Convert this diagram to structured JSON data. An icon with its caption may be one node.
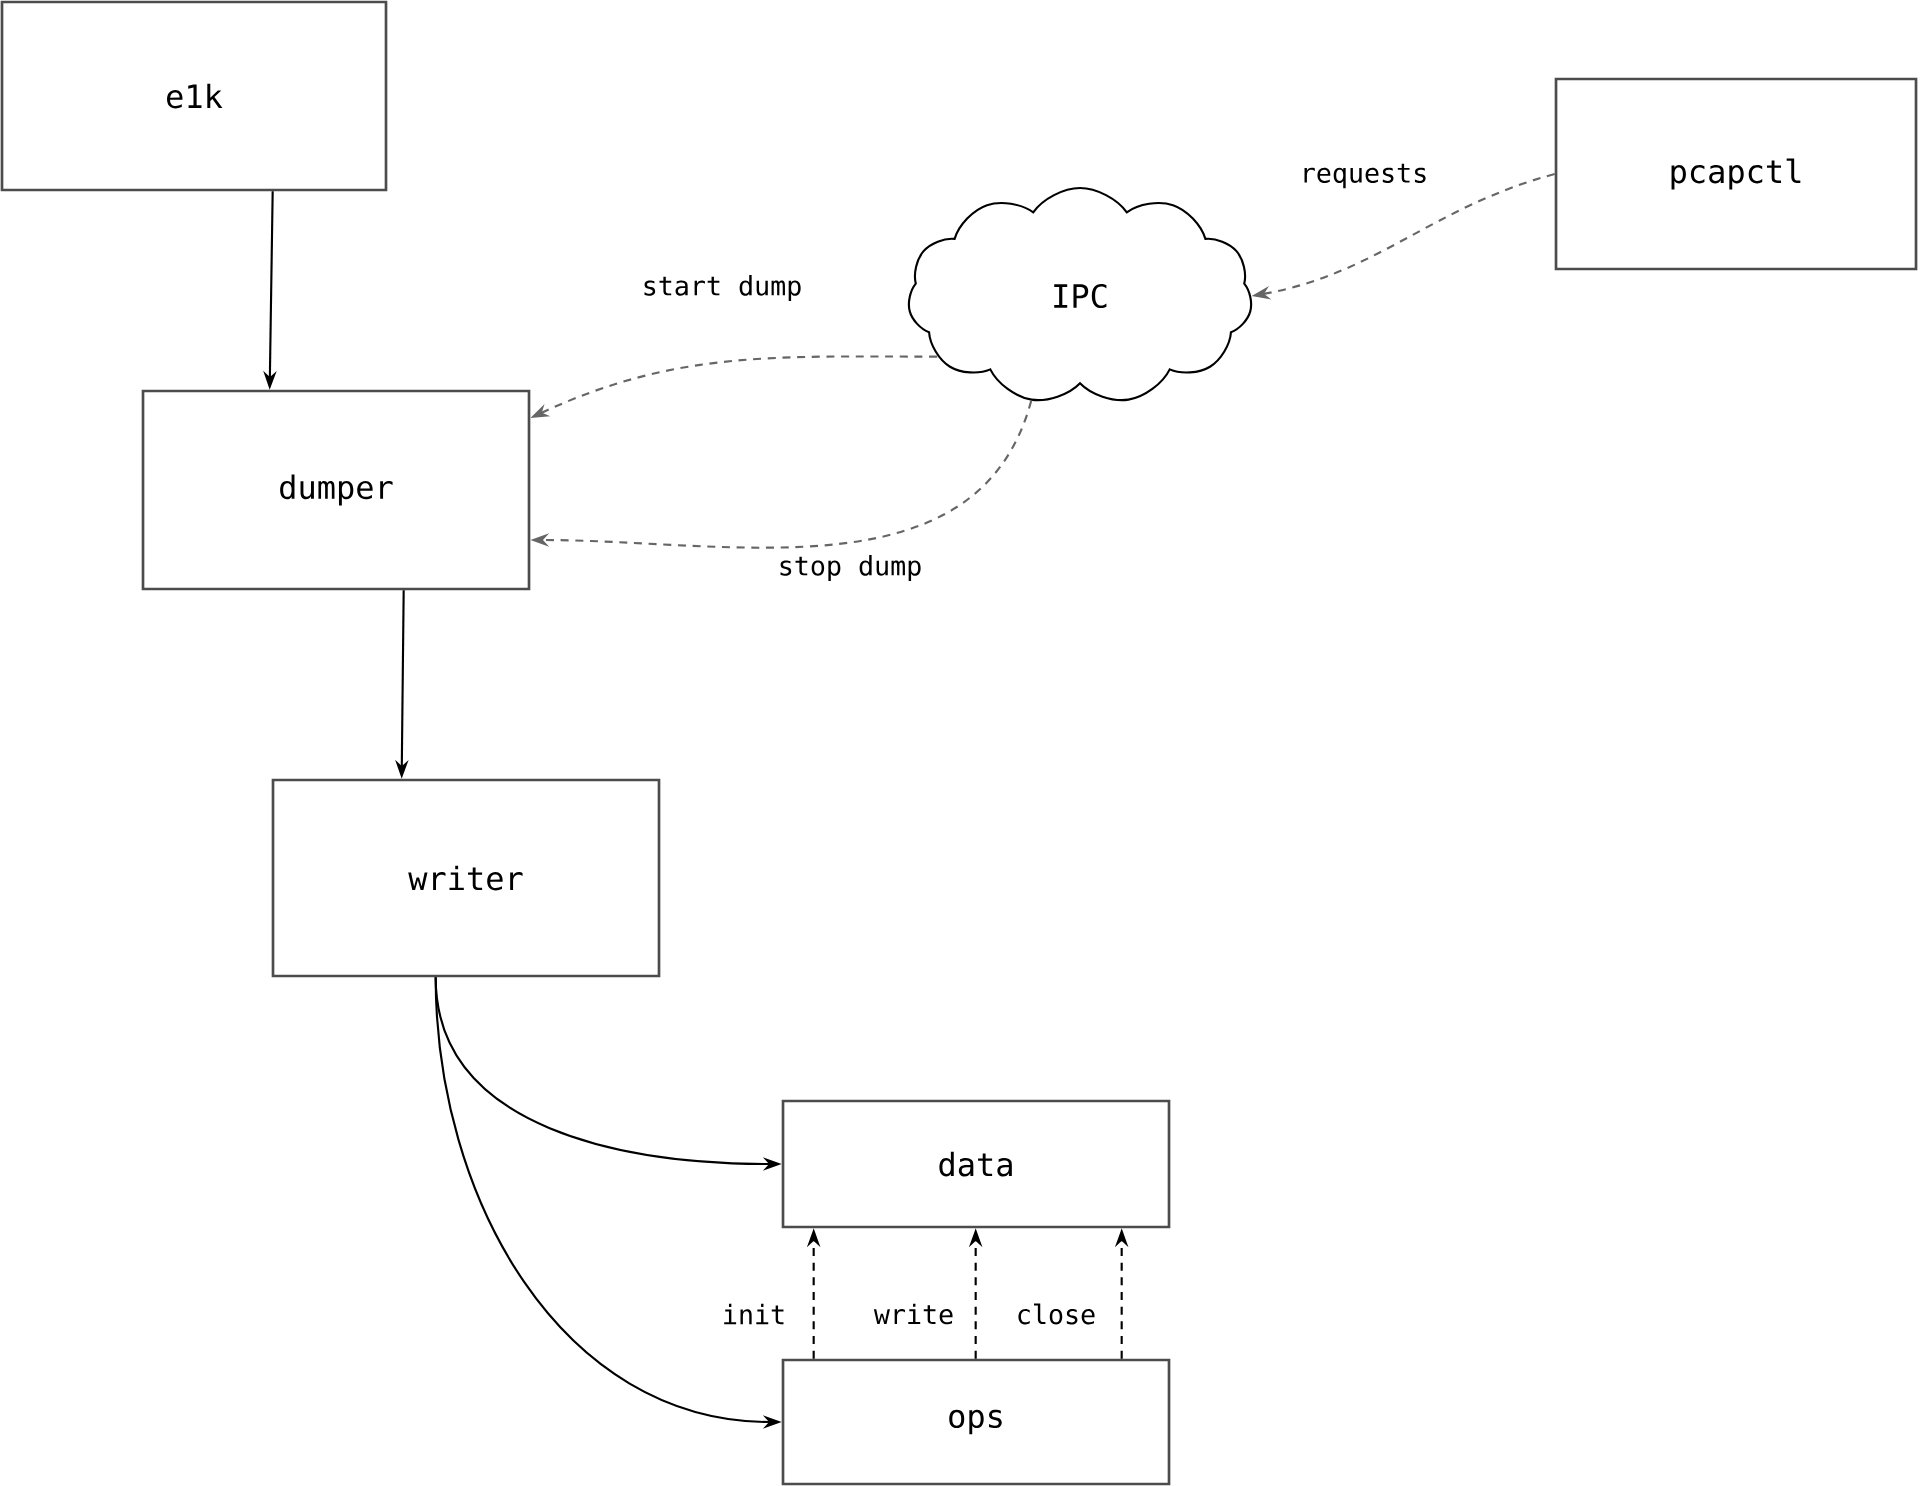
{
  "diagram": {
    "nodes": [
      {
        "text": [
          "e1k"
        ]
      },
      {
        "text": [
          "dumper"
        ]
      },
      {
        "text": [
          "writer"
        ]
      },
      {
        "text": [
          "data"
        ]
      },
      {
        "text": [
          "ops"
        ]
      },
      {
        "text": [
          "IPC"
        ]
      },
      {
        "text": [
          "pcapctl"
        ]
      }
    ],
    "edges": [
      {
        "from": 0,
        "to": 1,
        "arrow": "to"
      },
      {
        "from": 1,
        "to": 2,
        "arrow": "to"
      },
      {
        "from": 2,
        "to": 3,
        "arrow": "to"
      },
      {
        "from": 2,
        "to": 4,
        "arrow": "to"
      },
      {
        "from": 4,
        "to": 3,
        "arrow": "to",
        "label": "init",
        "style": "dashed"
      },
      {
        "from": 4,
        "to": 3,
        "arrow": "to",
        "label": "write",
        "style": "dashed"
      },
      {
        "from": 4,
        "to": 3,
        "arrow": "to",
        "label": "close",
        "style": "dashed"
      },
      {
        "from": 6,
        "to": 5,
        "arrow": "to",
        "label": "requests",
        "style": "dashed",
        "color": "#666666"
      },
      {
        "from": 5,
        "to": 1,
        "arrow": "to",
        "label": "start dump",
        "style": "dashed",
        "color": "#666666"
      },
      {
        "from": 5,
        "to": 1,
        "arrow": "to",
        "label": "stop dump",
        "style": "dashed",
        "color": "#666666"
      }
    ]
  }
}
